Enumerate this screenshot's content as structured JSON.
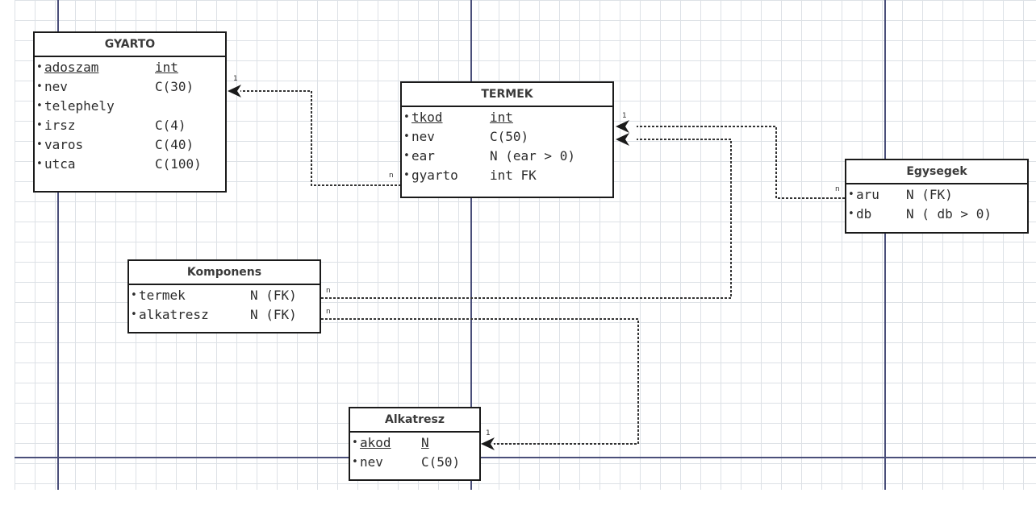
{
  "entities": {
    "gyarto": {
      "title": "GYARTO",
      "fields": [
        {
          "name": "adoszam",
          "type": "int"
        },
        {
          "name": "nev",
          "type": "C(30)"
        },
        {
          "name": "telephely",
          "type": ""
        },
        {
          "name": "irsz",
          "type": "C(4)"
        },
        {
          "name": "varos",
          "type": "C(40)"
        },
        {
          "name": "utca",
          "type": "C(100)"
        }
      ]
    },
    "termek": {
      "title": "TERMEK",
      "fields": [
        {
          "name": "tkod",
          "type": "int"
        },
        {
          "name": "nev",
          "type": "C(50)"
        },
        {
          "name": "ear",
          "type": "N (ear > 0)"
        },
        {
          "name": "gyarto",
          "type": "int FK"
        }
      ]
    },
    "egysegek": {
      "title": "Egysegek",
      "fields": [
        {
          "name": "aru",
          "type": "N (FK)"
        },
        {
          "name": "db",
          "type": "N ( db > 0)"
        }
      ]
    },
    "komponens": {
      "title": "Komponens",
      "fields": [
        {
          "name": "termek",
          "type": "N (FK)"
        },
        {
          "name": "alkatresz",
          "type": "N (FK)"
        }
      ]
    },
    "alkatresz": {
      "title": "Alkatresz",
      "fields": [
        {
          "name": "akod",
          "type": "N"
        },
        {
          "name": "nev",
          "type": "C(50)"
        }
      ]
    }
  },
  "multiplicity": {
    "one": "1",
    "many": "n"
  },
  "colors": {
    "border": "#1a1a1a",
    "grid": "#dde1e6",
    "guide_line": "#4a4f7a",
    "relationship": "#333333"
  }
}
